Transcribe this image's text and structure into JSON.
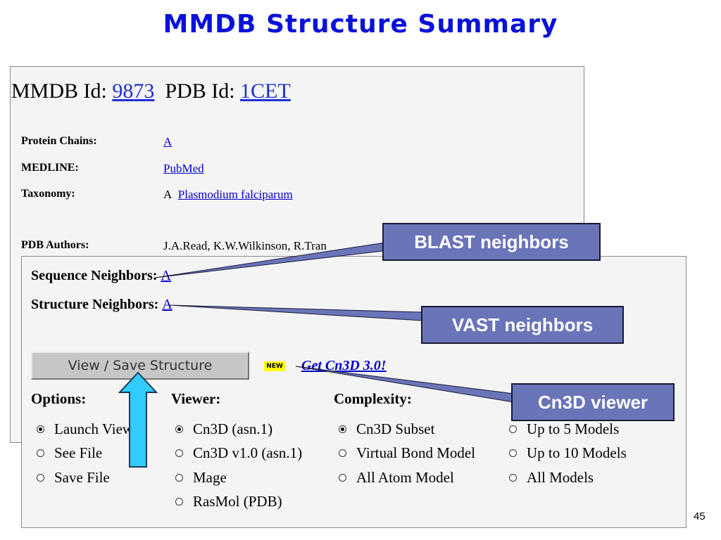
{
  "slide": {
    "title": "MMDB Structure Summary",
    "number": "45"
  },
  "header": {
    "mmdb_label": "MMDB Id:",
    "mmdb_id": "9873",
    "pdb_label": "PDB Id:",
    "pdb_id": "1CET"
  },
  "info": {
    "protein_chains_label": "Protein Chains:",
    "protein_chains_value": "A",
    "medline_label": "MEDLINE:",
    "medline_value": "PubMed",
    "taxonomy_label": "Taxonomy:",
    "taxonomy_prefix": "A",
    "taxonomy_value": "Plasmodium falciparum",
    "authors_label": "PDB Authors:",
    "authors_value": "J.A.Read, K.W.Wilkinson, R.Tran"
  },
  "neighbors": {
    "sequence_label": "Sequence Neighbors:",
    "sequence_value": "A",
    "structure_label": "Structure Neighbors:",
    "structure_value": "A"
  },
  "actions": {
    "view_save_label": "View / Save Structure",
    "new_badge": "NEW",
    "get_cn3d_label": "Get Cn3D 3.0!"
  },
  "options": {
    "heading": "Options:",
    "items": [
      {
        "label": "Launch Viewer",
        "checked": true
      },
      {
        "label": "See File",
        "checked": false
      },
      {
        "label": "Save File",
        "checked": false
      }
    ]
  },
  "viewer": {
    "heading": "Viewer:",
    "items": [
      {
        "label": "Cn3D (asn.1)",
        "checked": true
      },
      {
        "label": "Cn3D v1.0 (asn.1)",
        "checked": false
      },
      {
        "label": "Mage",
        "checked": false
      },
      {
        "label": "RasMol (PDB)",
        "checked": false
      }
    ]
  },
  "complexity": {
    "heading": "Complexity:",
    "items": [
      {
        "label": "Cn3D Subset",
        "checked": true
      },
      {
        "label": "Virtual Bond Model",
        "checked": false
      },
      {
        "label": "All Atom Model",
        "checked": false
      }
    ]
  },
  "models": {
    "items": [
      {
        "label": "Up to 5 Models",
        "checked": false
      },
      {
        "label": "Up to 10 Models",
        "checked": false
      },
      {
        "label": "All Models",
        "checked": false
      }
    ]
  },
  "callouts": {
    "blast": "BLAST neighbors",
    "vast": "VAST neighbors",
    "cn3d": "Cn3D viewer"
  },
  "colors": {
    "title": "#0a12d8",
    "callout_fill": "#6a74b8",
    "link": "#0000cc",
    "highlight_arrow": "#33ccff"
  }
}
